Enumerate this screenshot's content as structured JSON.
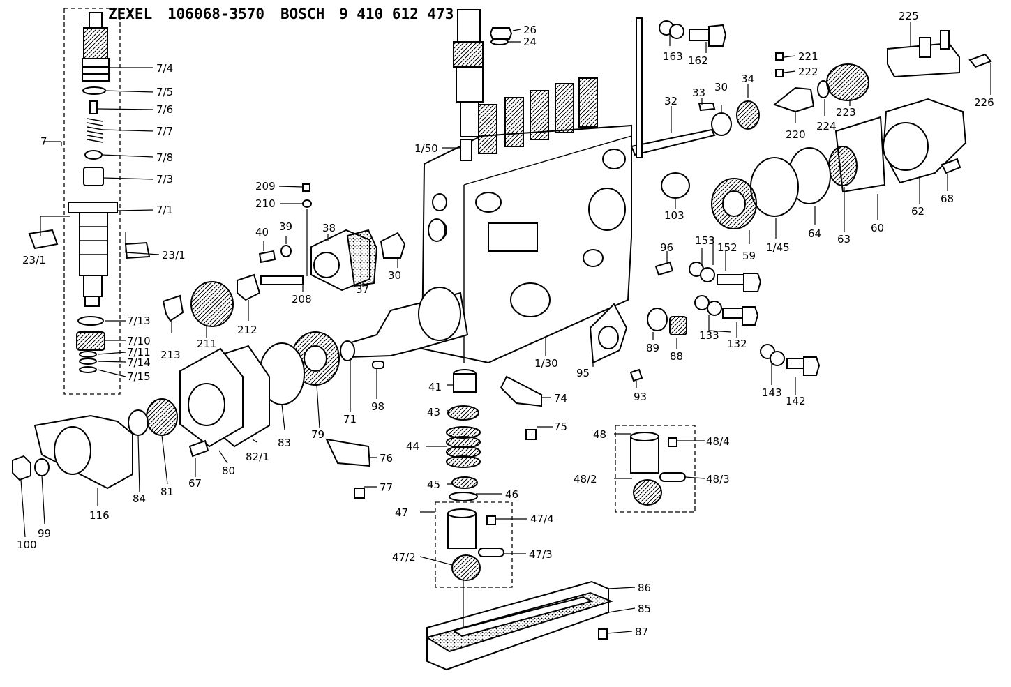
{
  "header": {
    "brand1": "ZEXEL",
    "part1": "106068-3570",
    "brand2": "BOSCH",
    "part2": "9 410 612 473"
  },
  "labels": {
    "l7_4": "7/4",
    "l7_5": "7/5",
    "l7_6": "7/6",
    "l7_7": "7/7",
    "l7_8": "7/8",
    "l7_3": "7/3",
    "l7_1": "7/1",
    "l7": "7",
    "l23_1a": "23/1",
    "l23_1b": "23/1",
    "l7_13": "7/13",
    "l7_10": "7/10",
    "l7_11": "7/11",
    "l7_14": "7/14",
    "l7_15": "7/15",
    "l26": "26",
    "l24": "24",
    "l163": "163",
    "l162": "162",
    "l221": "221",
    "l222": "222",
    "l225": "225",
    "l226": "226",
    "l34": "34",
    "l30a": "30",
    "l33": "33",
    "l32": "32",
    "l223": "223",
    "l224": "224",
    "l220": "220",
    "l1_50": "1/50",
    "l103": "103",
    "l68": "68",
    "l62": "62",
    "l60": "60",
    "l63": "63",
    "l64": "64",
    "l1_45": "1/45",
    "l59": "59",
    "l209": "209",
    "l210": "210",
    "l40": "40",
    "l39": "39",
    "l38": "38",
    "l30b": "30",
    "l37": "37",
    "l208": "208",
    "l96": "96",
    "l153": "153",
    "l152": "152",
    "l213": "213",
    "l211": "211",
    "l212": "212",
    "l133": "133",
    "l132": "132",
    "l89": "89",
    "l88": "88",
    "l1_30": "1/30",
    "l95": "95",
    "l143": "143",
    "l142": "142",
    "l71": "71",
    "l98": "98",
    "l41": "41",
    "l43": "43",
    "l74": "74",
    "l75": "75",
    "l93": "93",
    "l48": "48",
    "l48_4": "48/4",
    "l48_2": "48/2",
    "l48_3": "48/3",
    "l44": "44",
    "l76": "76",
    "l77": "77",
    "l45": "45",
    "l46": "46",
    "l47": "47",
    "l47_4": "47/4",
    "l47_2": "47/2",
    "l47_3": "47/3",
    "l79": "79",
    "l83": "83",
    "l82_1": "82/1",
    "l80": "80",
    "l67": "67",
    "l81": "81",
    "l84": "84",
    "l116": "116",
    "l99": "99",
    "l100": "100",
    "l86": "86",
    "l85": "85",
    "l87": "87"
  }
}
